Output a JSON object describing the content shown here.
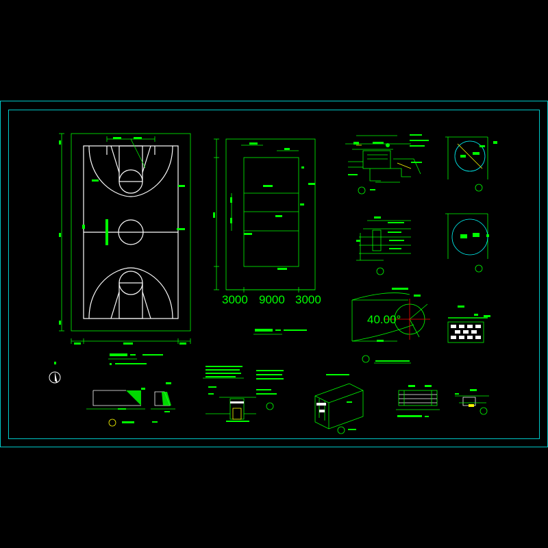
{
  "drawing": {
    "type": "CAD drawing sheet, black background",
    "colors": {
      "background": "#000000",
      "frame": "#00c8c8",
      "court": "#ffffff",
      "dimension": "#00ff00",
      "detail": "#00ff00",
      "accent_yellow": "#ffff00",
      "accent_red": "#ff0000",
      "accent_cyan": "#00ffff"
    },
    "volleyball_court": {
      "dimensions": [
        "3000",
        "9000",
        "3000"
      ]
    },
    "detail_fan": {
      "angle_label": "40.00°"
    },
    "north_arrow": {
      "icon": "north-arrow-icon"
    }
  }
}
